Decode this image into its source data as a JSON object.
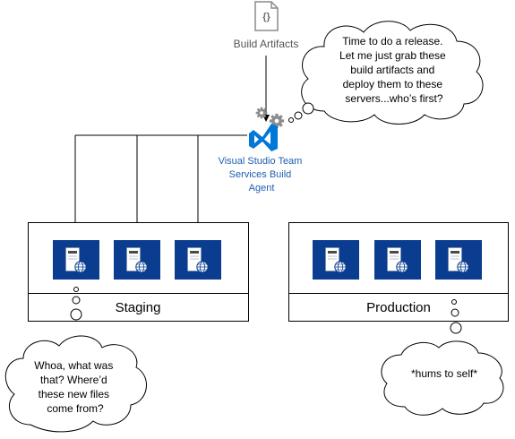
{
  "artifact": {
    "icon_glyph": "{}",
    "label": "Build Artifacts"
  },
  "agent": {
    "label_lines": [
      "Visual Studio Team",
      "Services Build",
      "Agent"
    ]
  },
  "agent_bubble": {
    "lines": [
      "Time to do a release.",
      "Let me just grab these",
      "build artifacts and",
      "deploy them to these",
      "servers...who’s first?"
    ]
  },
  "staging": {
    "label": "Staging",
    "server_icon": "web-server-icon"
  },
  "production": {
    "label": "Production",
    "server_icon": "web-server-icon"
  },
  "staging_bubble": {
    "lines": [
      "Whoa, what was",
      "that? Where’d",
      "these new files",
      "come from?"
    ]
  },
  "production_bubble": {
    "lines": [
      "*hums to self*"
    ]
  },
  "colors": {
    "server_fill": "#0a3d8f",
    "vs_blue": "#0078d7",
    "gear_gray": "#8c8c8c",
    "agent_text": "#1f5fb0",
    "line": "#000000"
  }
}
